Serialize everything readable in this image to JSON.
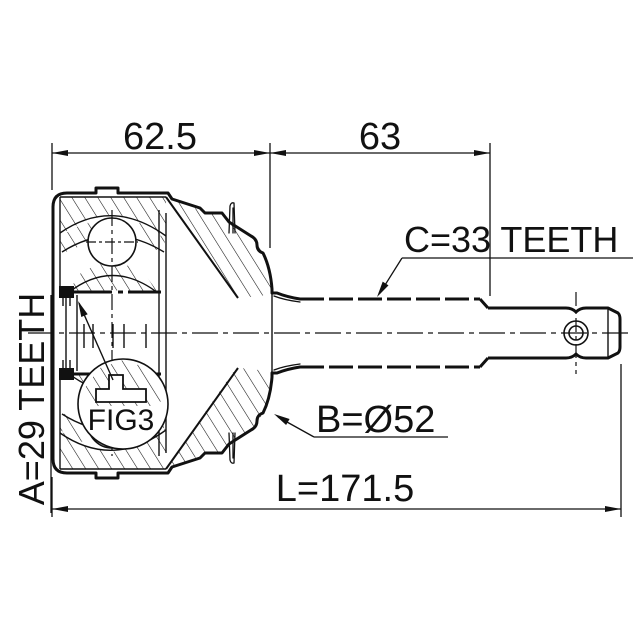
{
  "drawing": {
    "figure_label": "FIG3",
    "dimensions": {
      "housing_width": "62.5",
      "shaft_length": "63",
      "overall_length": "L=171.5",
      "boot_groove_diameter": "B=Ø52",
      "outer_spline_teeth": "C=33 TEETH",
      "inner_spline_teeth": "A=29 TEETH"
    },
    "colors": {
      "line": "#111111",
      "background": "#ffffff"
    }
  }
}
